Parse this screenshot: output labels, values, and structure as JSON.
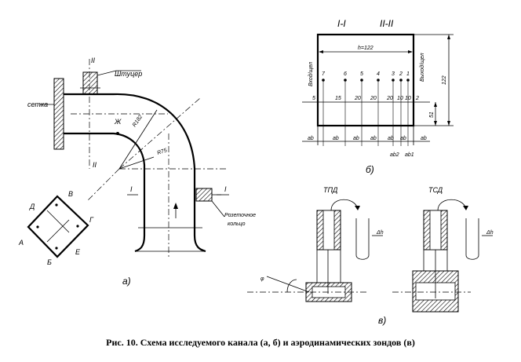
{
  "section_labels": {
    "sec_1": "I",
    "sec_1_mirror": "I",
    "sec_2": "II",
    "sec_2_lower": "II",
    "sec_1_1": "I-I",
    "sec_2_2": "II-II"
  },
  "labels_a": {
    "shtutser": "Штуцер",
    "setka": "сетка",
    "zh": "Ж",
    "r182": "R182",
    "r75": "R75",
    "rozetka": "Розеточное",
    "kolco": "кольцо",
    "d": "Д",
    "v": "В",
    "g": "Г",
    "a": "А",
    "b": "Б",
    "e": "Е",
    "caption": "а)"
  },
  "labels_b": {
    "vhod": "Вход/щел",
    "vyhod": "Выход/щел",
    "h122": "h=122",
    "dim122": "122",
    "dim51": "51",
    "points": [
      "7",
      "6",
      "5",
      "4",
      "3",
      "2",
      "1"
    ],
    "gaps": [
      "5",
      "15",
      "20",
      "20",
      "20",
      "10",
      "10",
      "2"
    ],
    "ab": [
      "ab",
      "ab",
      "ab",
      "ab",
      "ab",
      "ab",
      "ab"
    ],
    "ab_lower": [
      "ab2",
      "ab1"
    ],
    "caption": "б)"
  },
  "labels_v": {
    "tpd": "ТПД",
    "tsd": "ТСД",
    "dh1": "Δh",
    "dh2": "Δh",
    "phi": "φ",
    "caption": "в)"
  },
  "caption": "Рис. 10. Схема исследуемого канала (а, б) и аэродинамических зондов (в)"
}
